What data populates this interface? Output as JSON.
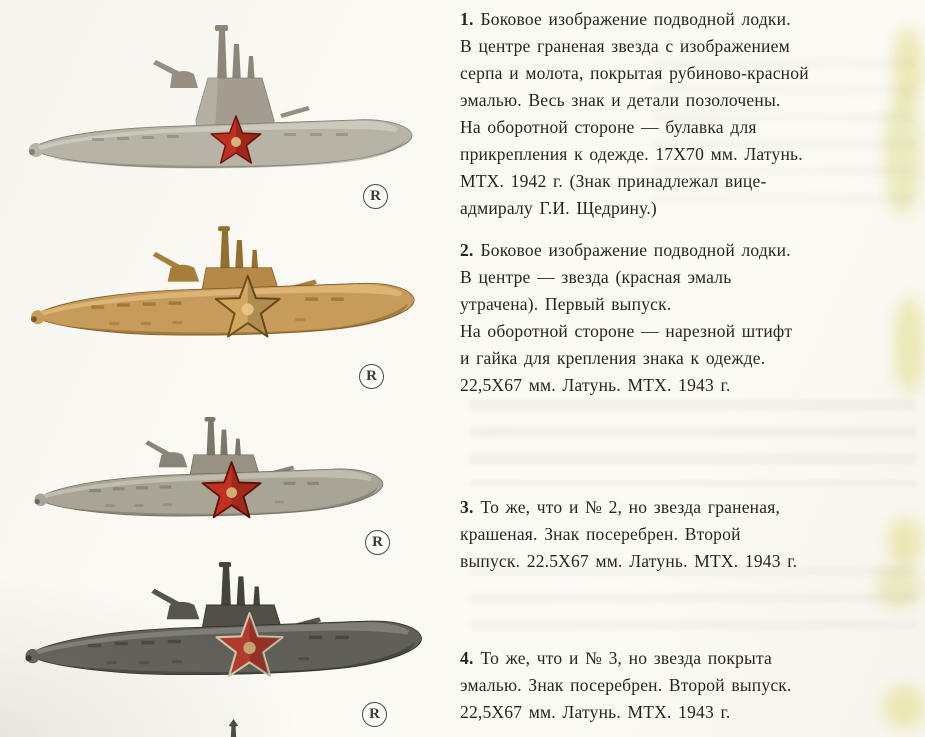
{
  "entries": [
    {
      "number": "1.",
      "lines": [
        "Боковое изображение подводной лодки.",
        "В центре граненая звезда с изображением",
        "серпа и молота, покрытая рубиново-красной",
        "эмалью. Весь знак и детали позолочены.",
        "На оборотной стороне — булавка для",
        "прикрепления к одежде. 17X70 мм. Латунь.",
        "МТХ. 1942 г. (Знак принадлежал вице-",
        "адмиралу Г.И. Щедрину.)"
      ]
    },
    {
      "number": "2.",
      "lines": [
        "Боковое изображение подводной лодки.",
        "В центре — звезда (красная эмаль",
        "утрачена). Первый выпуск.",
        "На оборотной стороне — нарезной штифт",
        "и гайка для крепления знака к одежде.",
        "22,5X67 мм. Латунь. МТХ. 1943 г."
      ]
    },
    {
      "number": "3.",
      "lines": [
        "То же, что и № 2, но звезда граненая,",
        "крашеная. Знак посеребрен. Второй",
        "выпуск. 22.5X67 мм. Латунь. МТХ. 1943 г."
      ]
    },
    {
      "number": "4.",
      "lines": [
        "То же, что и № 3, но звезда покрыта",
        "эмалью. Знак посеребрен. Второй выпуск.",
        "22,5X67 мм. Латунь. МТХ. 1943 г."
      ]
    }
  ],
  "badges": [
    {
      "mark": "R",
      "colors": "--hull:#b7b3a6;--hull-hi:#dcd9cf;--hull-sh:#837f72;--tower:#a29d90;--mast:#8b8779;--gun:#948f82;--star:#c1301f;--star-edge:#701409;--emblem:#d7c386"
    },
    {
      "mark": "R",
      "colors": "--hull:#c79c5a;--hull-hi:#ecc98c;--hull-sh:#7e5a24;--tower:#b68a46;--mast:#93702f;--gun:#a57e3a;--star:#d2a75f;--star-edge:#6f4f1c;--emblem:#ecc98c"
    },
    {
      "mark": "R",
      "colors": "--hull:#a8a496;--hull-hi:#d3d0c3;--hull-sh:#6e6a5c;--tower:#979284;--mast:#7b7769;--gun:#89857a;--star:#c23120;--star-edge:#5f1009;--emblem:#d7c386"
    },
    {
      "mark": "R",
      "colors": "--hull:#605f58;--hull-hi:#989790;--hull-sh:#30302a;--tower:#524f47;--mast:#45443c;--gun:#56554d;--star:#b23a2e;--star-edge:#cfc9a8;--emblem:#c9b97b"
    }
  ]
}
